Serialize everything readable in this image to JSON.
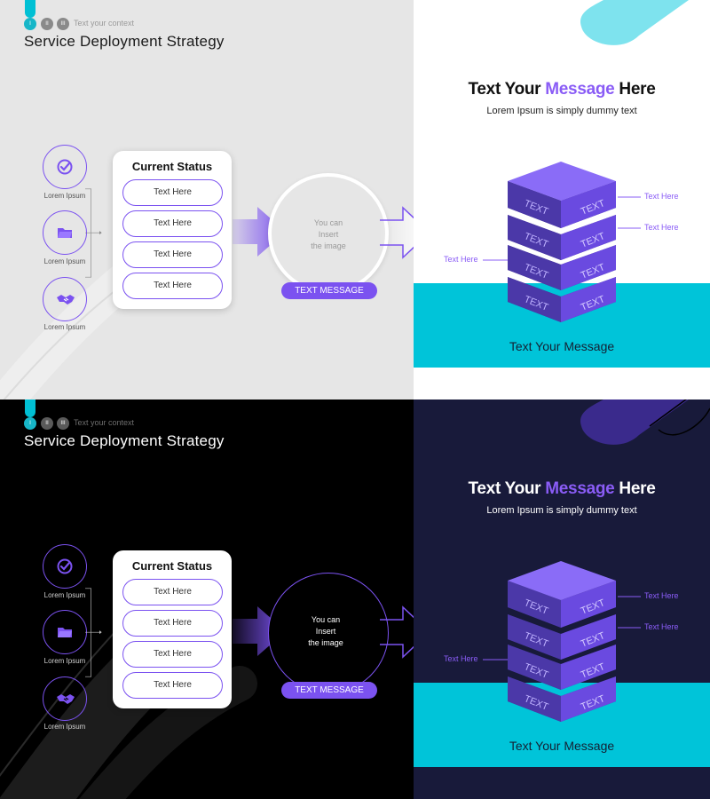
{
  "slides": [
    {
      "theme": "light",
      "nav": {
        "dots": [
          "I",
          "II",
          "III"
        ],
        "context": "Text your context"
      },
      "title": "Service Deployment Strategy",
      "icons": [
        {
          "name": "check-icon",
          "label": "Lorem Ipsum"
        },
        {
          "name": "folder-icon",
          "label": "Lorem Ipsum"
        },
        {
          "name": "handshake-icon",
          "label": "Lorem Ipsum"
        }
      ],
      "status": {
        "title": "Current Status",
        "items": [
          "Text Here",
          "Text Here",
          "Text Here",
          "Text Here"
        ]
      },
      "image_placeholder": {
        "line1": "You can",
        "line2": "Insert",
        "line3": "the image"
      },
      "message_pill": "TEXT MESSAGE",
      "right": {
        "title_pre": "Text Your ",
        "title_accent": "Message",
        "title_post": " Here",
        "subtitle": "Lorem Ipsum is simply dummy text",
        "cube_label": "TEXT",
        "callouts": [
          "Text Here",
          "Text Here",
          "Text Here"
        ],
        "band_text": "Text Your Message"
      }
    },
    {
      "theme": "dark",
      "nav": {
        "dots": [
          "I",
          "II",
          "III"
        ],
        "context": "Text your context"
      },
      "title": "Service Deployment Strategy",
      "icons": [
        {
          "name": "check-icon",
          "label": "Lorem Ipsum"
        },
        {
          "name": "folder-icon",
          "label": "Lorem Ipsum"
        },
        {
          "name": "handshake-icon",
          "label": "Lorem Ipsum"
        }
      ],
      "status": {
        "title": "Current Status",
        "items": [
          "Text Here",
          "Text Here",
          "Text Here",
          "Text Here"
        ]
      },
      "image_placeholder": {
        "line1": "You can",
        "line2": "Insert",
        "line3": "the image"
      },
      "message_pill": "TEXT MESSAGE",
      "right": {
        "title_pre": "Text Your ",
        "title_accent": "Message",
        "title_post": " Here",
        "subtitle": "Lorem Ipsum is simply dummy text",
        "cube_label": "TEXT",
        "callouts": [
          "Text Here",
          "Text Here",
          "Text Here"
        ],
        "band_text": "Text Your Message"
      }
    }
  ],
  "colors": {
    "accent_purple": "#7b52f0",
    "teal": "#00c4d9",
    "dark_navy": "#181a3a"
  }
}
